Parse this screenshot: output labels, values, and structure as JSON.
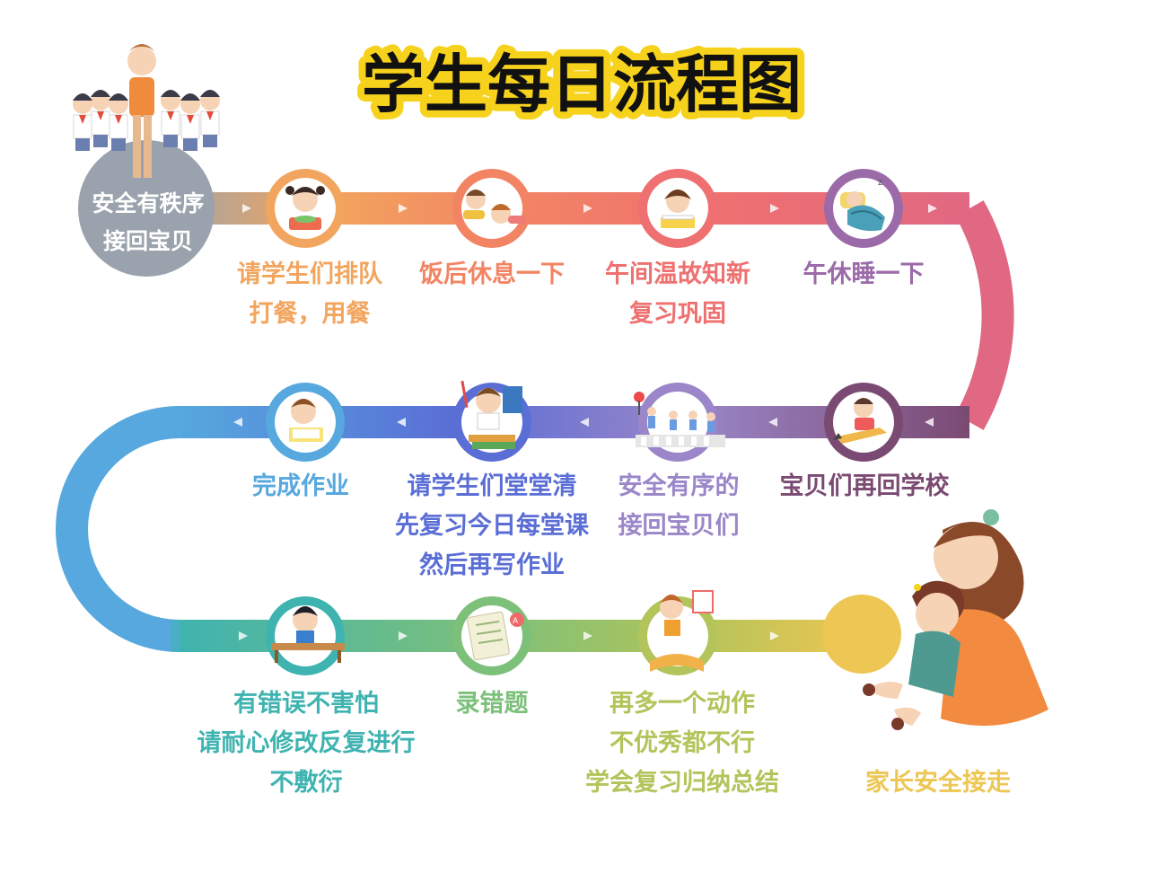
{
  "title": "学生每日流程图",
  "colors": {
    "title_fill": "#111111",
    "title_outline": "#f7d21c",
    "start": "#9aa3ad",
    "orange": "#f2a55e",
    "salmon": "#f28464",
    "coral": "#ef7070",
    "purple": "#9b6aa8",
    "pink": "#e06882",
    "plum": "#7b4a72",
    "lavender": "#9a86c8",
    "indigo": "#5a6ed6",
    "sky": "#56a8de",
    "teal": "#3fb3b0",
    "green": "#7cc07a",
    "olive": "#b2c45a",
    "gold": "#edc653"
  },
  "start": {
    "line1": "安全有秩序",
    "line2": "接回宝贝"
  },
  "steps": [
    {
      "id": "queue-meal",
      "icon": "girl-eating-icon",
      "line1": "请学生们排队",
      "line2": "打餐，用餐",
      "color": "#f2a55e"
    },
    {
      "id": "rest-after-meal",
      "icon": "kids-resting-icon",
      "line1": "饭后休息一下",
      "line2": "",
      "color": "#f28464"
    },
    {
      "id": "noon-review",
      "icon": "girl-reading-icon",
      "line1": "午间温故知新",
      "line2": "复习巩固",
      "color": "#ef7070"
    },
    {
      "id": "nap",
      "icon": "child-sleeping-icon",
      "line1": "午休睡一下",
      "line2": "",
      "color": "#9b6aa8"
    },
    {
      "id": "return-school",
      "icon": "boy-on-pencil-icon",
      "line1": "宝贝们再回学校",
      "line2": "",
      "color": "#7b4a72"
    },
    {
      "id": "pick-up-safely",
      "icon": "crosswalk-kids-icon",
      "line1": "安全有序的",
      "line2": "接回宝贝们",
      "color": "#9a86c8"
    },
    {
      "id": "clear-in-class",
      "icon": "boy-with-books-icon",
      "line1": "请学生们堂堂清",
      "line2": "先复习今日每堂课",
      "line3": "然后再写作业",
      "color": "#5a6ed6"
    },
    {
      "id": "finish-homework",
      "icon": "boy-writing-icon",
      "line1": "完成作业",
      "line2": "",
      "color": "#56a8de"
    },
    {
      "id": "fix-mistakes",
      "icon": "boy-at-desk-icon",
      "line1": "有错误不害怕",
      "line2": "请耐心修改反复进行",
      "line3": "不敷衍",
      "color": "#3fb3b0"
    },
    {
      "id": "record-mistakes",
      "icon": "exam-paper-icon",
      "line1": "录错题",
      "line2": "",
      "color": "#7cc07a"
    },
    {
      "id": "one-more-action",
      "icon": "boy-with-book-icon",
      "line1": "再多一个动作",
      "line2": "不优秀都不行",
      "line3": "学会复习归纳总结",
      "color": "#b2c45a"
    },
    {
      "id": "parent-pickup",
      "icon": "mother-hugging-child-icon",
      "line1": "家长安全接走",
      "line2": "",
      "color": "#edc653"
    }
  ]
}
